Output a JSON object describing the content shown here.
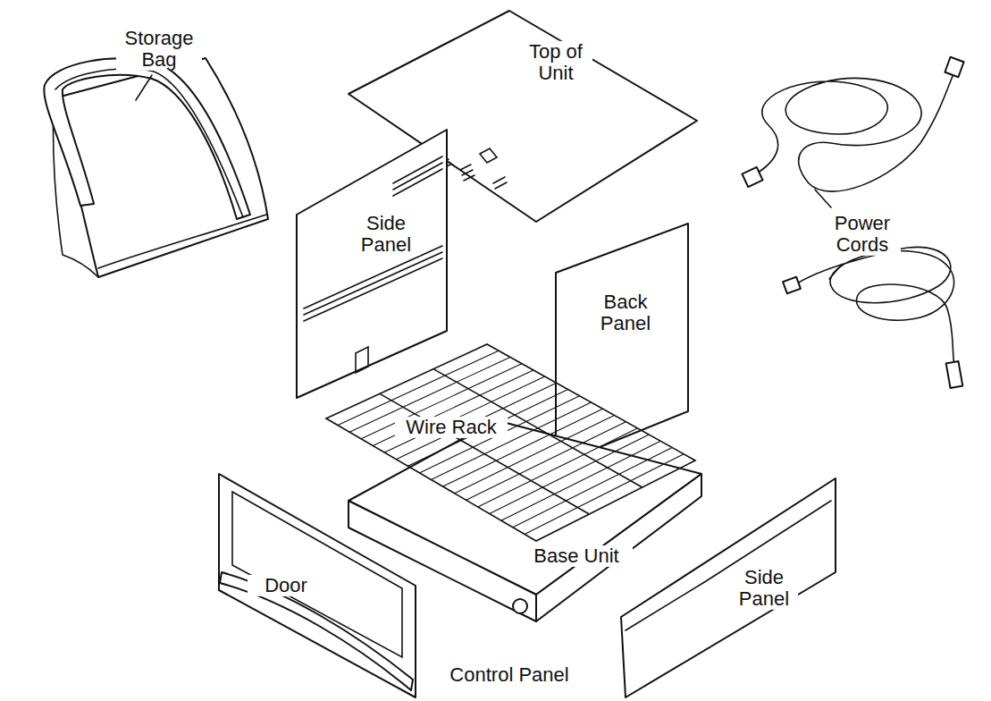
{
  "diagram": {
    "labels": [
      "Storage Bag",
      "Top of Unit",
      "Power Cords",
      "Side Panel",
      "Back Panel",
      "Wire Rack",
      "Door",
      "Base Unit",
      "Side Panel",
      "Control Panel"
    ]
  }
}
